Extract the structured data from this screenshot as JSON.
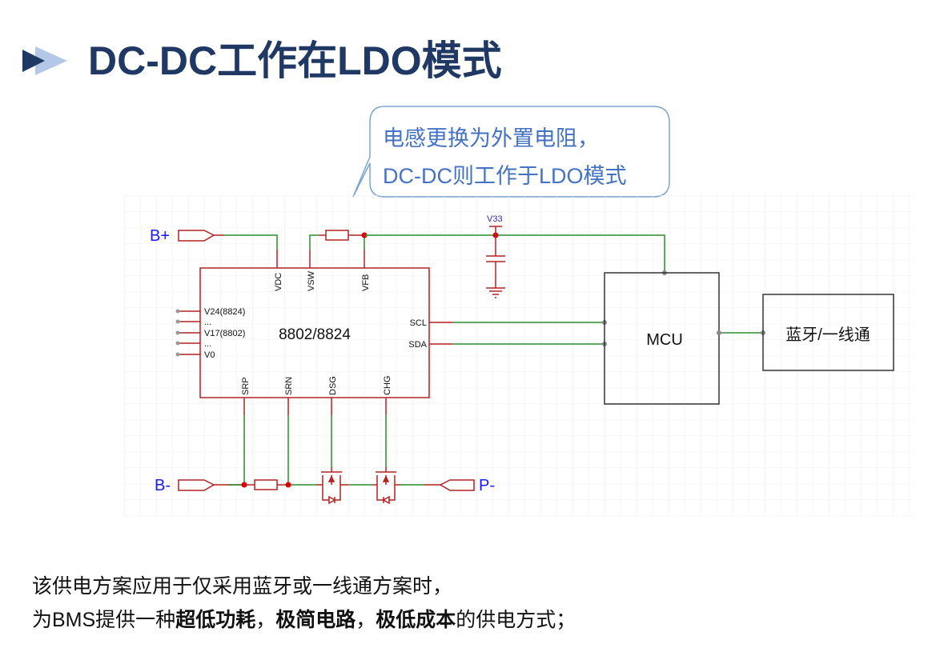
{
  "title": {
    "icon": "double-arrow-icon",
    "text": "DC-DC工作在LDO模式",
    "color": "#1f3864",
    "accent_light": "#b4c7e7"
  },
  "callout": {
    "line1": "电感更换为外置电阻，",
    "line2": "DC-DC则工作于LDO模式",
    "text_color": "#4472c4",
    "border_color": "#7ba3cf"
  },
  "schematic": {
    "wire_color_net": "#2e8b2e",
    "wire_color_pin": "#b22222",
    "label_color": "#1a1aff",
    "ports": {
      "b_plus": "B+",
      "b_minus": "B-",
      "p_minus": "P-"
    },
    "power_label": "V33",
    "chip": {
      "name": "8802/8824",
      "top_pins": [
        "VDC",
        "VSW",
        "VFB"
      ],
      "left_pins": [
        "V24(8824)",
        "...",
        "V17(8802)",
        "...",
        "V0"
      ],
      "right_pins": [
        "SCL",
        "SDA"
      ],
      "bottom_pins": [
        "SRP",
        "SRN",
        "DSG",
        "CHG"
      ]
    },
    "mcu": {
      "name": "MCU"
    },
    "comm": {
      "name": "蓝牙/一线通"
    }
  },
  "description": {
    "line1": "该供电方案应用于仅采用蓝牙或一线通方案时，",
    "line2_parts": [
      {
        "text": "为BMS提供一种",
        "bold": false
      },
      {
        "text": "超低功耗",
        "bold": true
      },
      {
        "text": "，",
        "bold": false
      },
      {
        "text": "极简电路",
        "bold": true
      },
      {
        "text": "，",
        "bold": false
      },
      {
        "text": "极低成本",
        "bold": true
      },
      {
        "text": "的供电方式；",
        "bold": false
      }
    ]
  }
}
